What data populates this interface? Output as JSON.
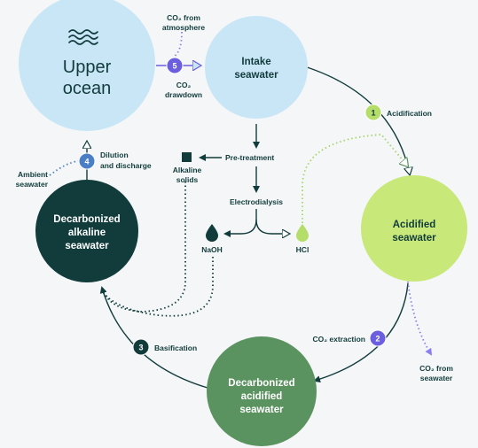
{
  "nodes": {
    "upper_ocean": {
      "line1": "Upper",
      "line2": "ocean",
      "color": "#c9e6f7"
    },
    "intake": {
      "line1": "Intake",
      "line2": "seawater",
      "color": "#c9e6f7"
    },
    "acidified": {
      "line1": "Acidified",
      "line2": "seawater",
      "color": "#c8e87a"
    },
    "decarb_acidified": {
      "line1": "Decarbonized",
      "line2": "acidified",
      "line3": "seawater",
      "color": "#5b9360"
    },
    "decarb_alkaline": {
      "line1": "Decarbonized",
      "line2": "alkaline",
      "line3": "seawater",
      "color": "#123c3c"
    }
  },
  "steps": {
    "s1": {
      "number": "1",
      "label": "Acidification",
      "color": "#b5dd6a"
    },
    "s2": {
      "number": "2",
      "label": "CO₂ extraction",
      "color": "#6b5fe0"
    },
    "s3": {
      "number": "3",
      "label": "Basification",
      "color": "#123c3c"
    },
    "s4": {
      "number": "4",
      "line1": "Dilution",
      "line2": "and discharge",
      "color": "#4a7fc6"
    },
    "s5": {
      "number": "5",
      "color": "#6b5fe0"
    }
  },
  "labels": {
    "co2_atmosphere": {
      "line1": "CO₂ from",
      "line2": "atmosphere"
    },
    "co2_drawdown": {
      "line1": "CO₂",
      "line2": "drawdown"
    },
    "pretreatment": "Pre-treatment",
    "alkaline_solids": {
      "line1": "Alkaline",
      "line2": "solids"
    },
    "electrodialysis": "Electrodialysis",
    "naoh": "NaOH",
    "hcl": "HCl",
    "ambient": {
      "line1": "Ambient",
      "line2": "seawater"
    },
    "co2_seawater": {
      "line1": "CO₂ from",
      "line2": "seawater"
    }
  },
  "colors": {
    "dark_teal": "#123c3c",
    "light_blue": "#c9e6f7",
    "lime": "#c8e87a",
    "green": "#5b9360",
    "purple": "#6b5fe0",
    "blue": "#4a7fc6"
  }
}
